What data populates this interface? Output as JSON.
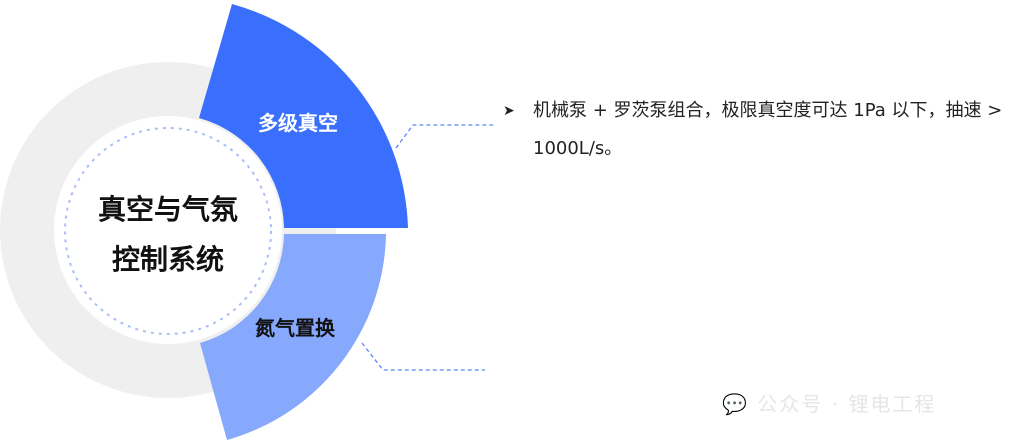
{
  "center": {
    "line1": "真空与气氛",
    "line2": "控制系统"
  },
  "segments": [
    {
      "label": "多级真空",
      "color": "#3a6ffd"
    },
    {
      "label": "氮气置换",
      "color": "#86a8fd"
    }
  ],
  "bullet": {
    "icon": "arrow-bullet-icon",
    "text": "机械泵 + 罗茨泵组合，极限真空度可达 1Pa 以下，抽速 > 1000L/s。"
  },
  "watermark": {
    "text": "公众号 · 锂电工程"
  },
  "colors": {
    "ring": "#efefef",
    "dash": "#5b86f5",
    "inner_dash": "#a9bff8"
  }
}
